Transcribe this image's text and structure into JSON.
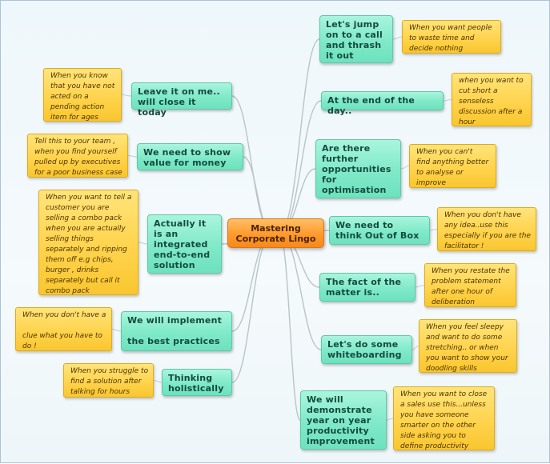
{
  "central": "Mastering\nCorporate Lingo",
  "left": [
    {
      "topic": "Leave it on me..\nwill close it today",
      "note": "When you know\nthat you have not\nacted on a\npending action\nitem  for ages"
    },
    {
      "topic": "We need to show\nvalue for money",
      "note": "Tell this to your team ,\nwhen you find yourself\npulled up by executives\nfor a poor business case"
    },
    {
      "topic": "Actually it\nis an\nintegrated\nend-to-end\nsolution",
      "note": "When you want to tell a\ncustomer you are\nselling a combo pack\nwhen you are actually\nselling things\nseparately and ripping\nthem off e.g  chips,\nburger , drinks\nseparately but call it\ncombo pack"
    },
    {
      "topic": "We will implement\n\nthe best practices",
      "note": "When you don't have a\n\nclue what you have to\ndo !"
    },
    {
      "topic": "Thinking\nholistically",
      "note": "When you struggle to\nfind a solution after\ntalking for hours"
    }
  ],
  "right": [
    {
      "topic": "Let's jump\non to a call\nand thrash\nit out",
      "note": "When you want  people\nto waste time and\ndecide nothing"
    },
    {
      "topic": "At the end of the day..",
      "note": "when you want to\ncut short a\nsenseless\ndiscussion after  a\nhour"
    },
    {
      "topic": "Are there\nfurther\nopportunities\nfor\noptimisation",
      "note": "When  you can't\nfind anything better\nto analyse or\nimprove"
    },
    {
      "topic": "We need to\n think Out of Box",
      "note": "When you don't have\nany idea..use this\nespecially if you are the\nfacilitator !"
    },
    {
      "topic": "The fact of the\nmatter is..",
      "note": "When you restate the\nproblem statement\nafter one hour of\ndeliberation"
    },
    {
      "topic": "Let's do some\n whiteboarding",
      "note": "When you feel sleepy\nand want to do some\nstretching.. or  when\nyou want to show your\ndoodling skills"
    },
    {
      "topic": "We will\ndemonstrate\n year on year\nproductivity\nimprovement",
      "note": "When you want to close\na sales use this...unless\nyou have someone\nsmarter on the other\nside asking you to\ndefine productivity"
    }
  ]
}
